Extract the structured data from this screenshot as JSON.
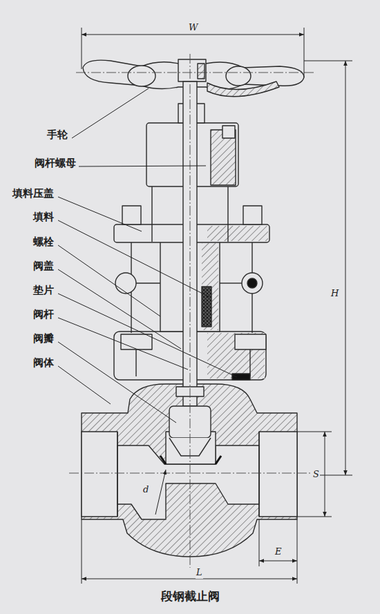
{
  "diagram": {
    "caption": "段钢截止阀",
    "labels": [
      "W",
      "手轮",
      "阀杆螺母",
      "填料压盖",
      "填料",
      "螺栓",
      "阀盖",
      "垫片",
      "阀杆",
      "阀瓣",
      "阀体",
      "H",
      "S",
      "d",
      "E",
      "L"
    ]
  }
}
